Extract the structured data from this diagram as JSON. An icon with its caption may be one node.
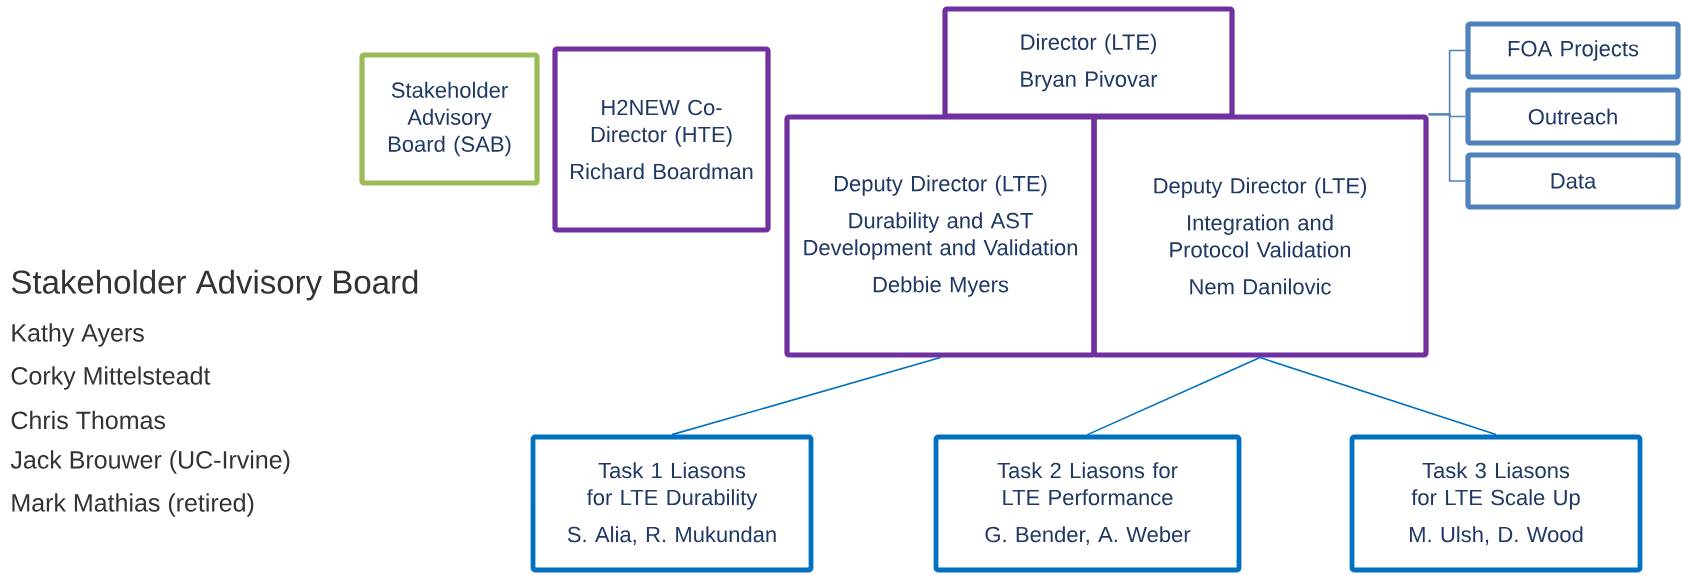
{
  "diagram": {
    "nodes": [
      {
        "text": [
          "Stakeholder Advisory Board (SAB)"
        ]
      },
      {
        "text": [
          "H2NEW Co-Director (HTE)",
          "Richard Boardman"
        ]
      },
      {
        "text": [
          "Director (LTE)",
          "Bryan Pivovar"
        ]
      },
      {
        "text": [
          "Deputy Director (LTE)",
          "Durability and AST Development and Validation",
          "Debbie Myers"
        ]
      },
      {
        "text": [
          "Deputy Director (LTE)",
          "Integration and Protocol Validation",
          "Nem Danilovic"
        ]
      },
      {
        "text": [
          "FOA Projects"
        ]
      },
      {
        "text": [
          "Outreach"
        ]
      },
      {
        "text": [
          "Data"
        ]
      },
      {
        "text": [
          "Task 1 Liasons for LTE Durability",
          "S. Alia, R. Mukundan"
        ]
      },
      {
        "text": [
          "Task 2 Liasons for LTE Performance",
          "G. Bender, A. Weber"
        ]
      },
      {
        "text": [
          "Task 3 Liasons for LTE Scale Up",
          "M. Ulsh, D. Wood"
        ]
      }
    ],
    "edges": [
      {
        "from": 3,
        "to": 8,
        "arrow": "none"
      },
      {
        "from": 4,
        "to": 9,
        "arrow": "none"
      },
      {
        "from": 4,
        "to": 10,
        "arrow": "none"
      },
      {
        "from": 4,
        "to": 5,
        "arrow": "none"
      },
      {
        "from": 4,
        "to": 6,
        "arrow": "none"
      },
      {
        "from": 4,
        "to": 7,
        "arrow": "none"
      }
    ],
    "labels": [
      "Stakeholder Advisory Board",
      "Kathy Ayers",
      "Corky Mittelsteadt",
      "Chris Thomas",
      "Jack Brouwer (UC-Irvine)",
      "Mark Mathias (retired)"
    ]
  }
}
